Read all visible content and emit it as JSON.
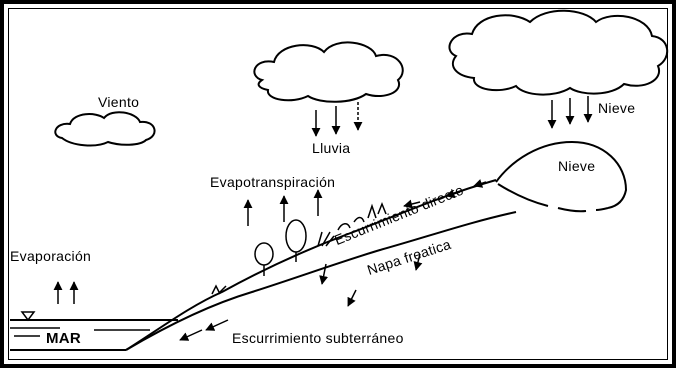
{
  "labels": {
    "viento": "Viento",
    "lluvia": "Lluvia",
    "nieve_cloud": "Nieve",
    "nieve_mountain": "Nieve",
    "evapotranspiracion": "Evapotranspiración",
    "escurrimiento_directo": "Escurrimiento directo",
    "napa_freatica": "Napa freatica",
    "evaporacion": "Evaporación",
    "mar": "MAR",
    "escurrimiento_subterraneo": "Escurrimiento subterráneo"
  },
  "colors": {
    "ink": "#000000",
    "background": "#ffffff"
  }
}
